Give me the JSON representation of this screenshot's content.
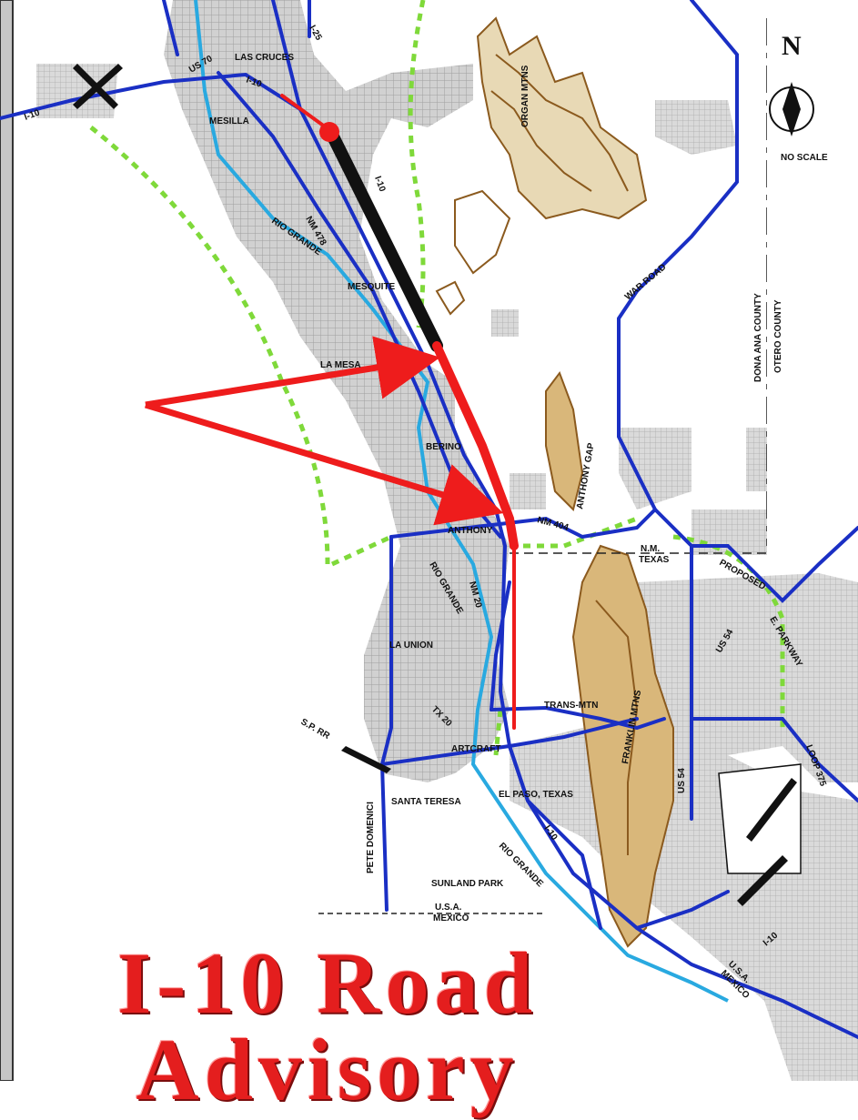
{
  "title": {
    "line1": "I-10 Road",
    "line2": "Advisory"
  },
  "compass": {
    "letter": "N",
    "scale_note": "NO SCALE"
  },
  "places": {
    "las_cruces": "LAS CRUCES",
    "mesilla": "MESILLA",
    "mesquite": "MESQUITE",
    "la_mesa": "LA MESA",
    "berino": "BERINO",
    "anthony": "ANTHONY",
    "la_union": "LA UNION",
    "santa_teresa": "SANTA TERESA",
    "el_paso": "EL PASO, TEXAS",
    "sunland_park": "SUNLAND PARK",
    "artcraft": "ARTCRAFT",
    "trans_mtn": "TRANS-MTN",
    "organ_mtns": "ORGAN MTNS",
    "franklin_mtns": "FRANKLIN MTNS",
    "anthony_gap": "ANTHONY GAP"
  },
  "roads": {
    "us70": "US 70",
    "i10_a": "I-10",
    "i10_b": "I-10",
    "i10_c": "I-10",
    "i10_d": "I-10",
    "i10_e": "I-10",
    "i25": "I-25",
    "nm478": "NM 478",
    "nm404": "NM 404",
    "nm20": "NM 20",
    "war_road": "WAR ROAD",
    "us54_a": "US 54",
    "us54_b": "US 54",
    "loop375": "LOOP 375",
    "proposed": "PROPOSED",
    "e_parkway": "E. PARKWAY",
    "pete_domenici": "PETE DOMENICI",
    "rio_grande_a": "RIO GRANDE",
    "rio_grande_b": "RIO GRANDE",
    "rio_grande_c": "RIO GRANDE",
    "sp_rr": "S.P. RR",
    "txs": "TX 20",
    "nm_texas": "N.M. TEXAS"
  },
  "borders": {
    "county_1": "DONA ANA COUNTY",
    "county_2": "OTERO COUNTY",
    "nm_tx_1": "N.M.",
    "nm_tx_2": "TEXAS",
    "usa_mexico_1": "U.S.A.",
    "usa_mexico_2": "MEXICO",
    "usa_mexico_3": "U.S.A.",
    "usa_mexico_4": "MEXICO"
  },
  "colors": {
    "interstate": "#1a2fc4",
    "river": "#29a9e0",
    "advisory": "#ee1c1c",
    "closure": "#111111",
    "proposed": "#7fd93a",
    "mountain": "#8b5a1e",
    "urban": "#b9b9b9"
  }
}
